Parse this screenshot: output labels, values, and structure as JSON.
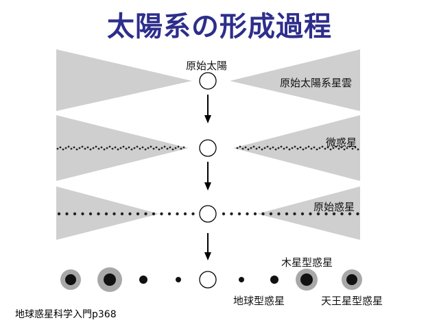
{
  "title": "太陽系の形成過程",
  "colors": {
    "title": "#2e2e8c",
    "nebula": "#cfcfcf",
    "dust": "#222222",
    "planet_dark": "#111111",
    "planet_halo": "#a8a8a8"
  },
  "stages": [
    {
      "label": "原始太陽系星雲"
    },
    {
      "label": "微惑星"
    },
    {
      "label": "原始惑星"
    }
  ],
  "labels": {
    "proto_sun": "原始太陽",
    "jovian": "木星型惑星",
    "terrestrial": "地球型惑星",
    "ice_giant": "天王星型惑星"
  },
  "source": "地球惑星科学入門p368"
}
